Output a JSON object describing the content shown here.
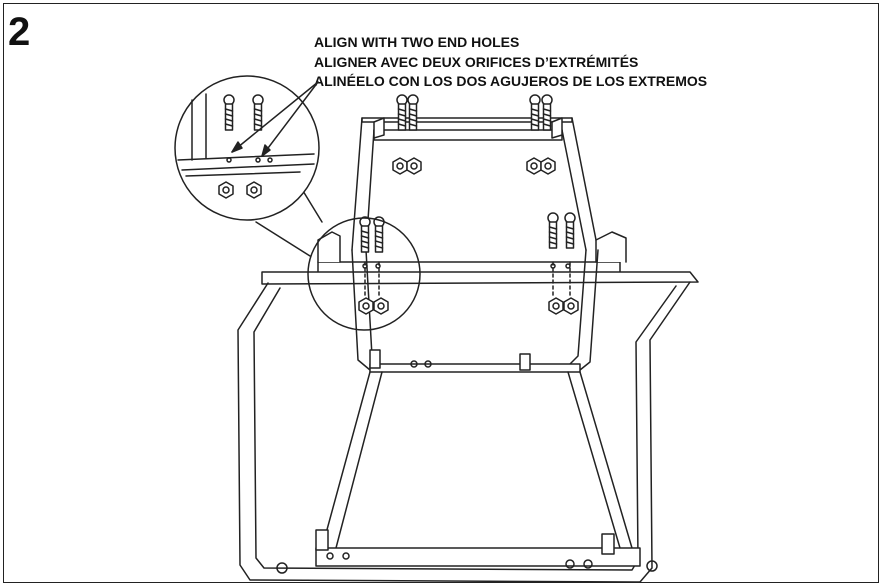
{
  "step_number": "2",
  "instructions": {
    "en": "ALIGN WITH TWO END HOLES",
    "fr": "ALIGNER AVEC DEUX ORIFICES D’EXTRÉMITÉS",
    "es": "ALINÉELO CON LOS DOS AGUJEROS DE LOS EXTREMOS"
  },
  "colors": {
    "line": "#222222",
    "background": "#ffffff"
  },
  "icons": [
    "bolt-icon",
    "nut-icon",
    "magnifier-detail-icon"
  ]
}
